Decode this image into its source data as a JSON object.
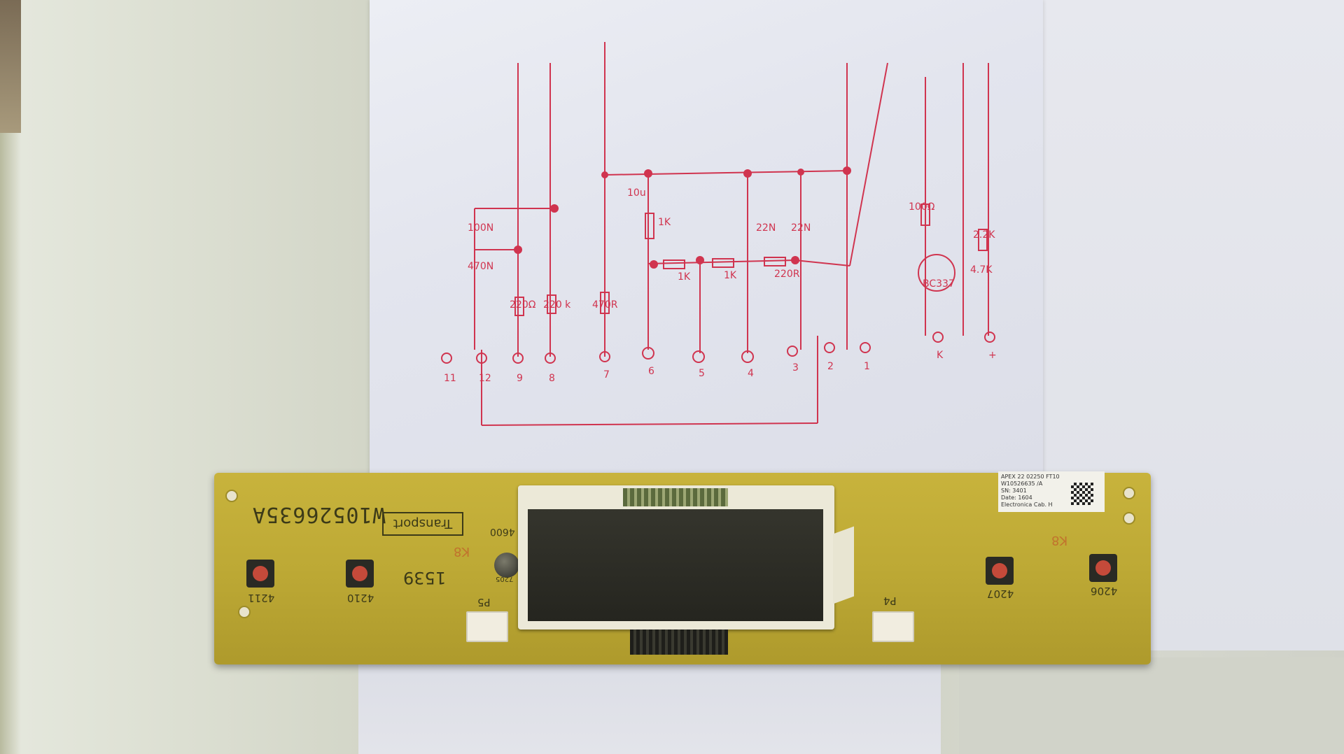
{
  "pcb": {
    "part_number": "W10526635A",
    "transport_label": "Transport",
    "sticker_lines": [
      "APEX 22 02250 FT10",
      "W10526635 /A",
      "SN: 3401",
      "Date: 1604",
      "Electronica Cab. H"
    ],
    "buttons": [
      "4211",
      "4210",
      "4207",
      "4206"
    ],
    "connectors": [
      "P5",
      "P4"
    ],
    "marks": {
      "board_code": "1539",
      "ic_label": "4600",
      "ic_small": "7205",
      "k_mark": "K8"
    }
  },
  "schematic": {
    "component_labels": [
      "100N",
      "470N",
      "220Ω",
      "220 k",
      "470R",
      "10u",
      "1K",
      "1K",
      "1K",
      "220R",
      "22N",
      "22N",
      "100Ω",
      "2.2K",
      "BC337",
      "4.7K"
    ],
    "terminal_labels": [
      "11",
      "12",
      "9",
      "8",
      "7",
      "6",
      "5",
      "4",
      "3",
      "2",
      "1",
      "K",
      "+"
    ]
  },
  "colors": {
    "ink": "#d0344f",
    "pcb": "#c8b33c",
    "paper": "#e3e5ee"
  }
}
